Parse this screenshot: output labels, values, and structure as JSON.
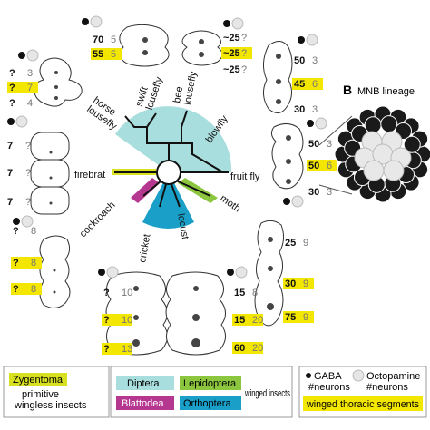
{
  "panel_b": {
    "letter": "B",
    "title": "MNB lineage"
  },
  "species": {
    "swift_louse_fly": "swift\nlousefly",
    "bee_louse_fly": "bee\nlousefly",
    "horse_louse_fly": "horse\nlousefly",
    "blowfly": "blowfly",
    "fruit_fly": "fruit fly",
    "firebrat": "firebrat",
    "cockroach": "cockroach",
    "moth": "moth",
    "cricket": "cricket",
    "locust": "locust"
  },
  "counts": {
    "horse": [
      [
        "?",
        "3"
      ],
      [
        "?",
        "7"
      ],
      [
        "?",
        "4"
      ]
    ],
    "swift": [
      [
        "70",
        "5"
      ],
      [
        "55",
        "5"
      ],
      [
        "",
        ""
      ]
    ],
    "bee": [
      [
        "~25",
        "?"
      ],
      [
        "~25",
        "?"
      ],
      [
        "~25",
        "?"
      ]
    ],
    "blowfly": [
      [
        "50",
        "3"
      ],
      [
        "45",
        "6"
      ],
      [
        "30",
        "3"
      ]
    ],
    "firebrat": [
      [
        "7",
        "?"
      ],
      [
        "7",
        "?"
      ],
      [
        "7",
        "?"
      ]
    ],
    "fruitfly": [
      [
        "50",
        "3"
      ],
      [
        "50",
        "6"
      ],
      [
        "30",
        "3"
      ]
    ],
    "cockroach": [
      [
        "?",
        "8"
      ],
      [
        "?",
        "8"
      ],
      [
        "?",
        "8"
      ]
    ],
    "moth": [
      [
        "25",
        "9"
      ],
      [
        "30",
        "9"
      ],
      [
        "75",
        "9"
      ]
    ],
    "cricket": [
      [
        "?",
        "10"
      ],
      [
        "?",
        "10"
      ],
      [
        "?",
        "13"
      ]
    ],
    "locust": [
      [
        "15",
        "8"
      ],
      [
        "15",
        "20"
      ],
      [
        "60",
        "20"
      ]
    ]
  },
  "legend": {
    "zygentoma": "Zygentoma",
    "primitive": "primitive\nwingless insects",
    "diptera": "Diptera",
    "lepidoptera": "Lepidoptera",
    "blattodea": "Blattodea",
    "orthoptera": "Orthoptera",
    "winged": "winged insects",
    "gaba": "GABA\n#neurons",
    "octopamine": "Octopamine\n#neurons",
    "thoracic": "winged thoracic segments"
  },
  "colors": {
    "diptera": "#a9dede",
    "lepidoptera": "#8cc63f",
    "blattodea": "#b5378f",
    "orthoptera": "#1aa0c8",
    "zygentoma": "#d7e021",
    "highlight": "#f3e600"
  }
}
